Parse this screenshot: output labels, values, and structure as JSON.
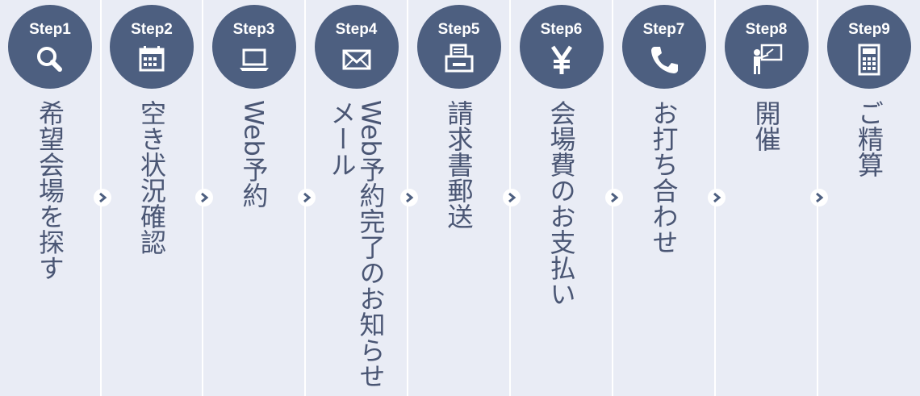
{
  "steps": [
    {
      "label": "Step1",
      "text": "希望会場を探す",
      "icon": "search-icon"
    },
    {
      "label": "Step2",
      "text": "空き状況確認",
      "icon": "calendar-icon"
    },
    {
      "label": "Step3",
      "text": "Web予約",
      "icon": "laptop-icon"
    },
    {
      "label": "Step4",
      "text": "Web予約完了のお知らせメール",
      "icon": "mail-icon"
    },
    {
      "label": "Step5",
      "text": "請求書郵送",
      "icon": "printer-icon"
    },
    {
      "label": "Step6",
      "text": "会場費のお支払い",
      "icon": "yen-icon"
    },
    {
      "label": "Step7",
      "text": "お打ち合わせ",
      "icon": "phone-icon"
    },
    {
      "label": "Step8",
      "text": "開催",
      "icon": "presentation-icon"
    },
    {
      "label": "Step9",
      "text": "ご精算",
      "icon": "calculator-icon"
    }
  ],
  "colors": {
    "circle": "#4d5f80",
    "text": "#4a5674",
    "background": "#e9ecf5",
    "divider": "#ffffff"
  }
}
